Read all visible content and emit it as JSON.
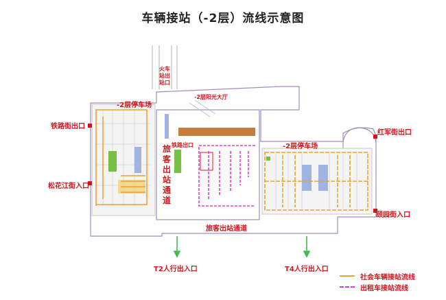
{
  "title": "车辆接站（-2层）流线示意图",
  "labels": {
    "train_exit": "火车站出站口",
    "sun_hall": "-2层阳光大厅",
    "parking_left": "-2层停车场",
    "parking_right": "-2层停车场",
    "tielu_street_exit": "铁路街出口",
    "songhuajiang_entrance": "松花江街入口",
    "passenger_channel_vertical": "旅客出站通道",
    "passenger_channel_horizontal": "旅客出站通道",
    "railway_exit": "铁路出口",
    "hongjun_exit": "红军街出口",
    "yingyuan_entrance": "颐园街入口",
    "t2_entrance": "T2人行出入口",
    "t4_entrance": "T4人行出入口"
  },
  "legend": [
    {
      "label": "社会车辆接站流线",
      "color": "#f0a030",
      "style": "solid"
    },
    {
      "label": "出租车接站流线",
      "color": "#e23ad0",
      "style": "dashed"
    }
  ]
}
